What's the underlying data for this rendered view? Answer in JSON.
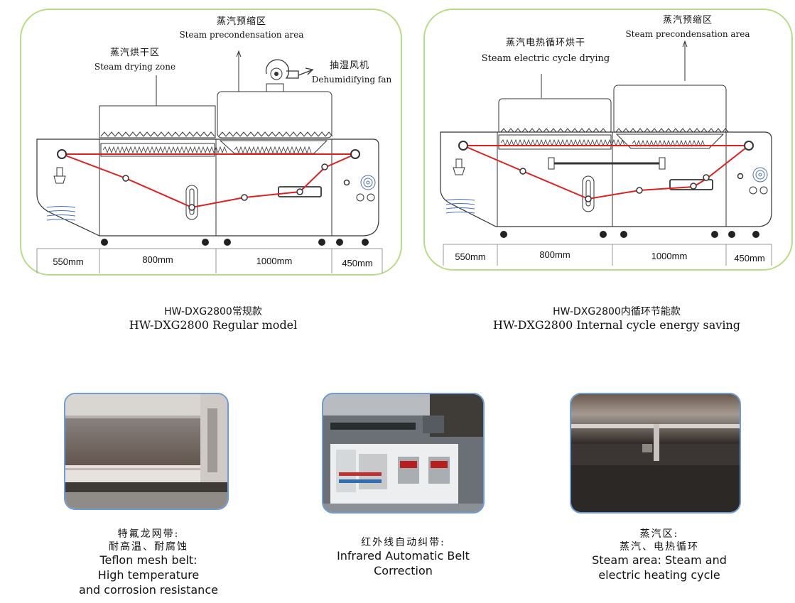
{
  "left_diagram": {
    "steam_drying_zone_cn": "蒸汽烘干区",
    "steam_drying_zone_en": "Steam drying zone",
    "precondensation_cn": "蒸汽预缩区",
    "precondensation_en": "Steam precondensation area",
    "fan_cn": "抽湿风机",
    "fan_en": "Dehumidifying fan",
    "dimensions": [
      "550mm",
      "800mm",
      "1000mm",
      "450mm"
    ],
    "caption_cn": "HW-DXG2800常规款",
    "caption_en": "HW-DXG2800 Regular model"
  },
  "right_diagram": {
    "electric_drying_cn": "蒸汽电热循环烘干",
    "electric_drying_en": "Steam electric cycle drying",
    "precondensation_cn": "蒸汽预缩区",
    "precondensation_en": "Steam precondensation area",
    "dimensions": [
      "550mm",
      "800mm",
      "1000mm",
      "450mm"
    ],
    "caption_cn": "HW-DXG2800内循环节能款",
    "caption_en": "HW-DXG2800 Internal cycle energy saving"
  },
  "photos": [
    {
      "cn_line1": "特氟龙网带:",
      "cn_line2": "耐高温、耐腐蚀",
      "en_line1": "Teflon mesh belt:",
      "en_line2": "High temperature",
      "en_line3": "and corrosion resistance"
    },
    {
      "cn_line1": "红外线自动纠带:",
      "en_line1": "Infrared Automatic Belt",
      "en_line2": "Correction"
    },
    {
      "cn_line1": "蒸汽区:",
      "cn_line2": "蒸汽、电热循环",
      "en_line1": "Steam area: Steam and",
      "en_line2": "electric heating cycle"
    }
  ],
  "colors": {
    "panel_border": "#b9dc86",
    "belt": "#e02020",
    "photo_border": "#6f9bd6"
  }
}
